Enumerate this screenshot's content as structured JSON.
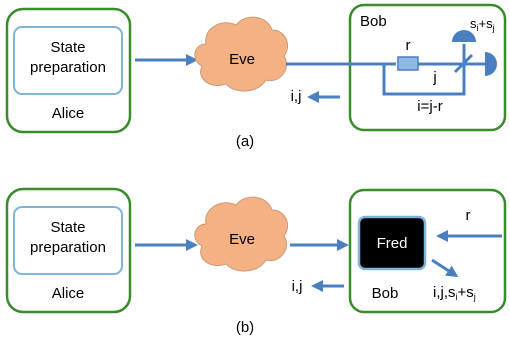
{
  "panel_a": {
    "alice_inner_line1": "State",
    "alice_inner_line2": "preparation",
    "alice_label": "Alice",
    "eve_label": "Eve",
    "bob_label": "Bob",
    "r_label": "r",
    "j_label": "j",
    "sum_label": "s",
    "sum_sub1": "i",
    "sum_plus": "+s",
    "sum_sub2": "j",
    "ij_label": "i,j",
    "i_eq_label": "i=j-r",
    "caption": "(a)"
  },
  "panel_b": {
    "alice_inner_line1": "State",
    "alice_inner_line2": "preparation",
    "alice_label": "Alice",
    "eve_label": "Eve",
    "fred_label": "Fred",
    "bob_label": "Bob",
    "r_label": "r",
    "ij_label": "i,j",
    "out_label_prefix": "i,j,s",
    "out_sub1": "i",
    "out_plus": "+s",
    "out_sub2": "j",
    "caption": "(b)"
  },
  "colors": {
    "box_green": "#3a8a2e",
    "inner_blue": "#7fb3d8",
    "arrow_blue": "#4a7fc0",
    "cloud_orange": "#f4b183",
    "fred_black": "#000000"
  }
}
